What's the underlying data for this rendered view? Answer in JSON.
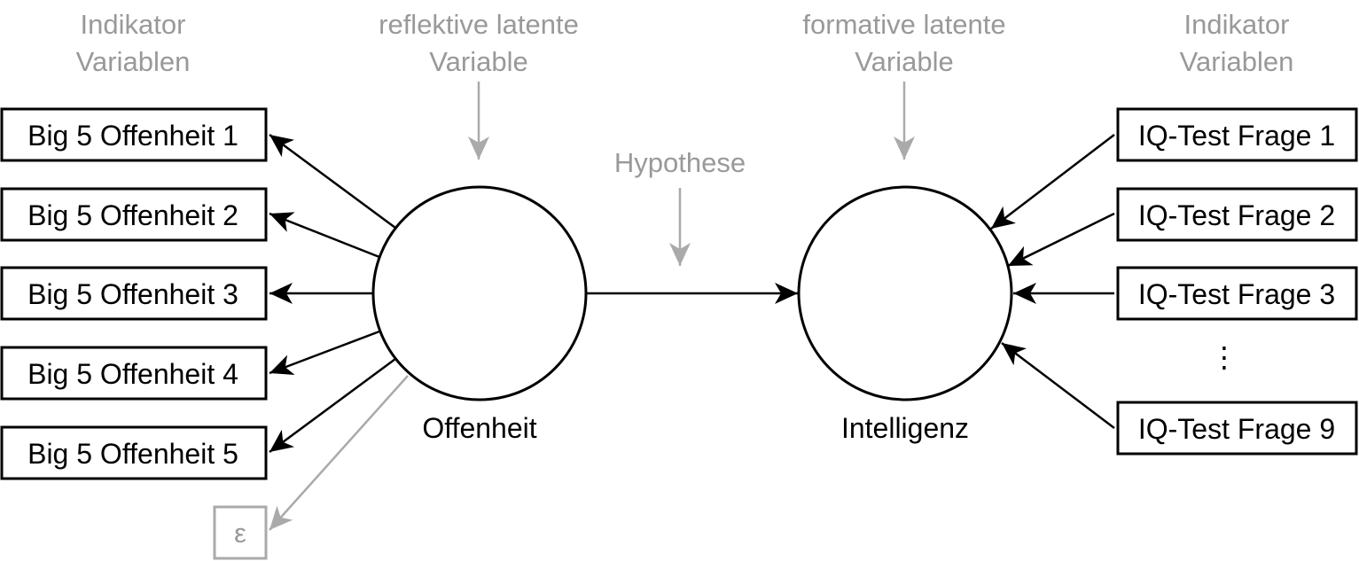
{
  "colors": {
    "ink": "#000000",
    "muted": "#999999",
    "muted_stroke": "#aaaaaa",
    "background": "#ffffff"
  },
  "annotations": {
    "left_indicator": [
      "Indikator",
      "Variablen"
    ],
    "reflective": [
      "reflektive latente",
      "Variable"
    ],
    "hypothesis": "Hypothese",
    "formative": [
      "formative latente",
      "Variable"
    ],
    "right_indicator": [
      "Indikator",
      "Variablen"
    ]
  },
  "reflective_indicators": [
    "Big 5 Offenheit 1",
    "Big 5 Offenheit 2",
    "Big 5 Offenheit 3",
    "Big 5 Offenheit 4",
    "Big 5 Offenheit 5"
  ],
  "error_term": "ε",
  "latent_left": "Offenheit",
  "latent_right": "Intelligenz",
  "formative_indicators": [
    "IQ-Test Frage 1",
    "IQ-Test Frage 2",
    "IQ-Test Frage 3",
    "IQ-Test Frage 9"
  ],
  "ellipsis": "⋮"
}
